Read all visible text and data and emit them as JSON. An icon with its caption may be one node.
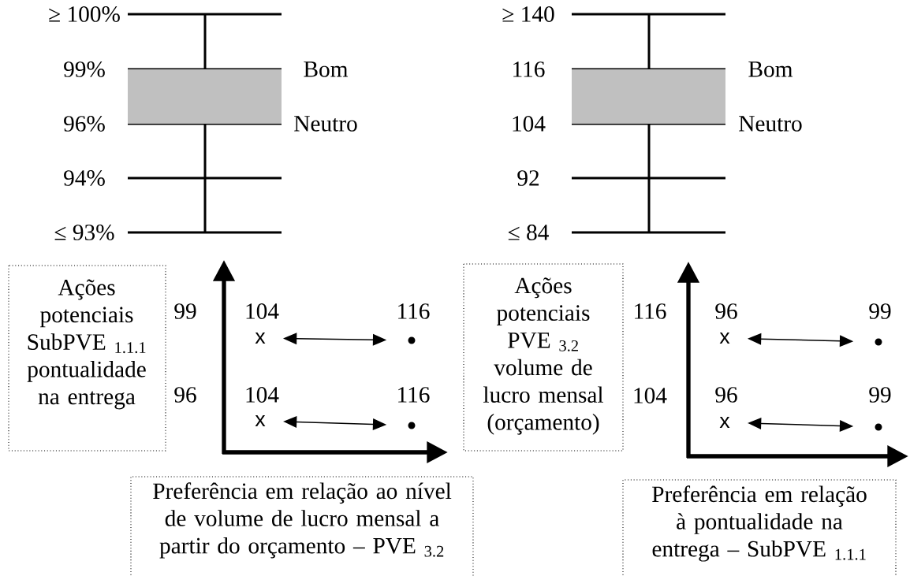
{
  "diagram": {
    "nodes": [
      {
        "text": [
          "Ações potenciais SubPVE $_{1.1.1}$ pontualidade na entrega"
        ]
      },
      {
        "text": [
          "Preferência em relação ao nível de volume de lucro mensal a partir do orçamento – PVE $_{3.2}$"
        ]
      },
      {
        "text": [
          "Ações potenciais PVE $_{3.2}$ volume de lucro mensal (orçamento)"
        ]
      },
      {
        "text": [
          "Preferência em relação à pontualidade na entrega – SubPVE $_{1.1.1}$"
        ]
      },
      {
        "text": [
          "x"
        ],
        "beside": [
          "104"
        ]
      },
      {
        "text": [],
        "shape": "circle",
        "beside": [
          "116"
        ]
      },
      {
        "text": [
          "x"
        ],
        "beside": [
          "104"
        ]
      },
      {
        "text": [],
        "shape": "circle",
        "beside": [
          "116"
        ]
      },
      {
        "text": [
          "x"
        ],
        "beside": [
          "96"
        ]
      },
      {
        "text": [],
        "shape": "circle",
        "beside": [
          "99"
        ]
      },
      {
        "text": [
          "x"
        ],
        "beside": [
          "96"
        ]
      },
      {
        "text": [],
        "shape": "circle",
        "beside": [
          "99"
        ]
      },
      {
        "text": [],
        "shape": "bar"
      },
      {
        "text": [],
        "shape": "bar"
      }
    ],
    "edges": [
      {
        "from": 4,
        "to": 5,
        "arrow": "both"
      },
      {
        "from": 6,
        "to": 7,
        "arrow": "both"
      },
      {
        "from": 8,
        "to": 9,
        "arrow": "both"
      },
      {
        "from": 10,
        "to": 11,
        "arrow": "both"
      }
    ],
    "labels": [
      "≥ 100%",
      "99%",
      "Bom",
      "96%",
      "Neutro",
      "94%",
      "≤ 93%",
      "≥ 140",
      "116",
      "Bom",
      "104",
      "Neutro",
      "92",
      "≤ 84",
      "99",
      "96",
      "116",
      "104"
    ]
  }
}
